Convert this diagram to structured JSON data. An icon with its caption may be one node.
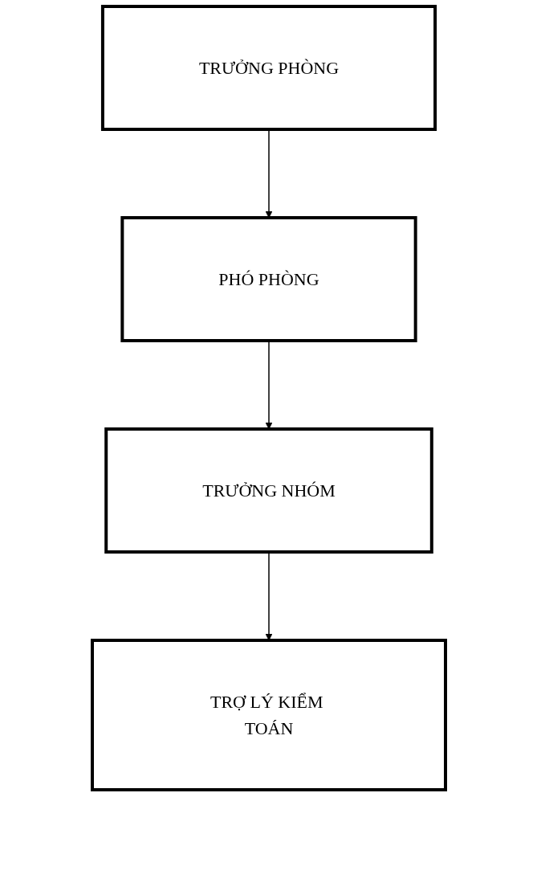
{
  "diagram": {
    "nodes": [
      {
        "text": [
          "TRƯỞNG PHÒNG"
        ]
      },
      {
        "text": [
          "PHÓ PHÒNG"
        ]
      },
      {
        "text": [
          "TRƯỞNG NHÓM"
        ]
      },
      {
        "text": [
          "TRỢ LÝ KIỂM TOÁN"
        ]
      }
    ],
    "edges": [
      {
        "from": 0,
        "to": 1,
        "arrow": "to"
      },
      {
        "from": 1,
        "to": 2,
        "arrow": "to"
      },
      {
        "from": 2,
        "to": 3,
        "arrow": "to"
      }
    ]
  }
}
